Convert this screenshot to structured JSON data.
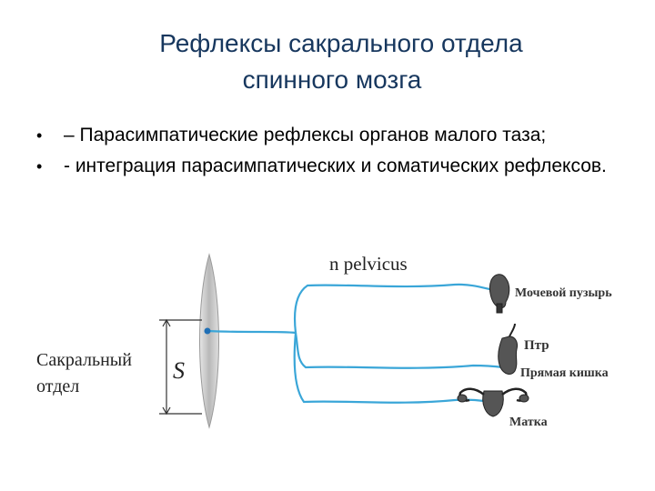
{
  "title": {
    "line1": "Рефлексы  сакрального отдела",
    "line2": "спинного мозга"
  },
  "bullets": [
    {
      "marker": "•",
      "text": "– Парасимпатические рефлексы органов малого таза;"
    },
    {
      "marker": "•",
      "text": "- интеграция парасимпатических и соматических рефлексов."
    }
  ],
  "diagram": {
    "nerve_label": "n pelvicus",
    "segment_label_line1": "Сакральный",
    "segment_label_line2": "отдел",
    "segment_letter": "S",
    "organs": {
      "bladder": "Мочевой пузырь",
      "rectum_abbr": "Птр",
      "rectum": "Прямая кишка",
      "uterus": "Матка"
    },
    "colors": {
      "nerve": "#3aa6d8",
      "cord": "#c8c8c8",
      "title": "#17375e"
    }
  }
}
